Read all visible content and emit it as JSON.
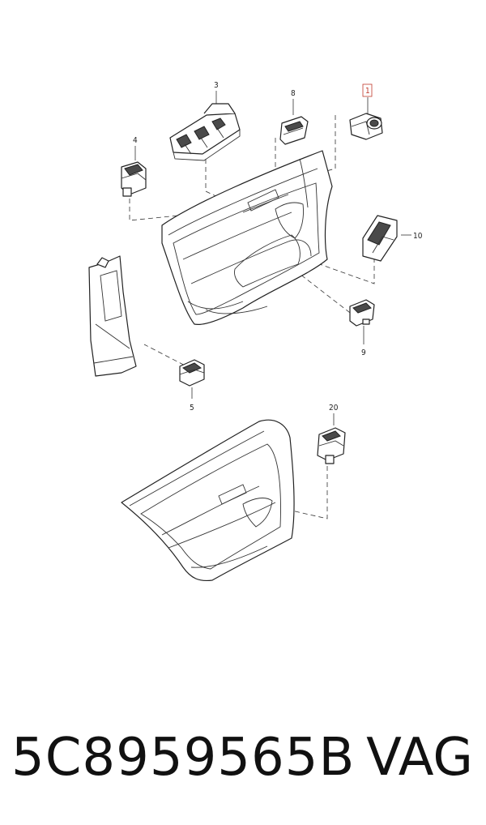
{
  "callouts": {
    "c1": "1",
    "c3": "3",
    "c4": "4",
    "c5": "5",
    "c8": "8",
    "c9": "9",
    "c10": "10",
    "c20": "20"
  },
  "footer": {
    "part_number": "5C8959565B",
    "brand": "VAG"
  },
  "colors": {
    "highlight": "#c0392b",
    "line": "#222222"
  }
}
